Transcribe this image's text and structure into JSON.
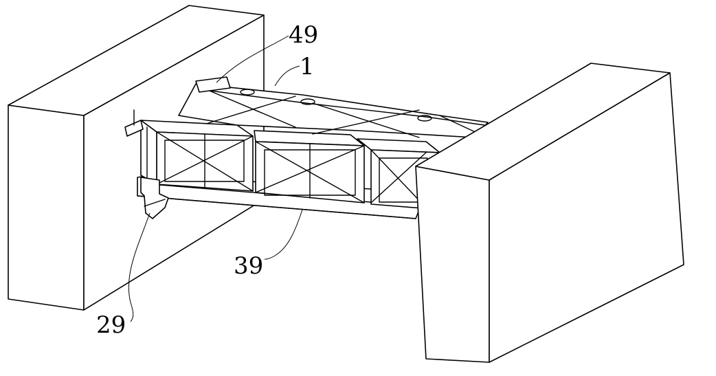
{
  "labels": {
    "part_49": "49",
    "part_1": "1",
    "part_39": "39",
    "part_29": "29"
  }
}
